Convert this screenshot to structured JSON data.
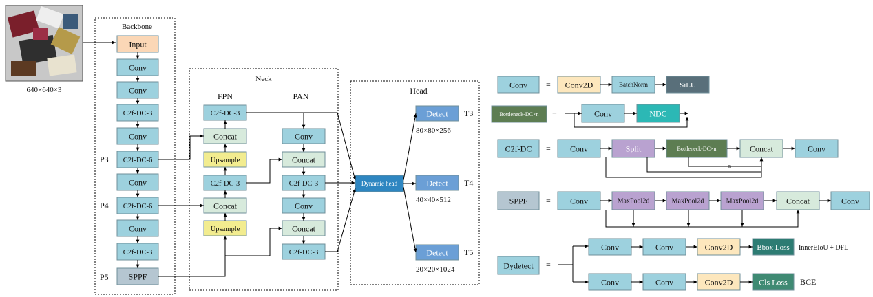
{
  "input_image": {
    "caption": "640×640×3"
  },
  "colors": {
    "conv": "#9dd1de",
    "input": "#fbd7b6",
    "concat": "#d7eadc",
    "upsample": "#f2ec8f",
    "sppf": "#b5c6d1",
    "conv2d": "#fde7bd",
    "split": "#b9a2d0",
    "bottleneck": "#5d7d52",
    "ndc": "#2cb8b5",
    "silu": "#596f7a",
    "detect": "#6b9fd6",
    "dynamic_head": "#2e86c1",
    "bbox_loss": "#2d7c73",
    "cls_loss": "#3f8a73"
  },
  "backbone": {
    "title": "Backbone",
    "blocks": [
      "Input",
      "Conv",
      "Conv",
      "C2f-DC-3",
      "Conv",
      "C2f-DC-6",
      "Conv",
      "C2f-DC-6",
      "Conv",
      "C2f-DC-3",
      "SPPF"
    ],
    "levels": [
      "P3",
      "P4",
      "P5"
    ]
  },
  "neck": {
    "title": "Neck",
    "fpn_title": "FPN",
    "pan_title": "PAN",
    "fpn_blocks": [
      "C2f-DC-3",
      "Concat",
      "Upsample",
      "C2f-DC-3",
      "Concat",
      "Upsample"
    ],
    "pan_blocks": [
      "Conv",
      "Concat",
      "C2f-DC-3",
      "Conv",
      "Concat",
      "C2f-DC-3"
    ]
  },
  "head": {
    "title": "Head",
    "dynamic_head": "Dynamic head",
    "detect_label": "Detect",
    "outputs": [
      {
        "name": "T3",
        "size": "80×80×256"
      },
      {
        "name": "T4",
        "size": "40×40×512"
      },
      {
        "name": "T5",
        "size": "20×20×1024"
      }
    ]
  },
  "legend": {
    "equals": "=",
    "conv": {
      "name": "Conv",
      "parts": [
        "Conv2D",
        "BatchNorm",
        "SiLU"
      ]
    },
    "bottleneck": {
      "name": "Bottleneck-DC×n",
      "parts": [
        "Conv",
        "NDC"
      ]
    },
    "c2f": {
      "name": "C2f-DC",
      "parts": [
        "Conv",
        "Split",
        "Bottleneck-DC×n",
        "Concat",
        "Conv"
      ],
      "n_label": "n"
    },
    "sppf": {
      "name": "SPPF",
      "parts": [
        "Conv",
        "MaxPool2d",
        "MaxPool2d",
        "MaxPool2d",
        "Concat",
        "Conv"
      ]
    },
    "dydetect": {
      "name": "Dydetect",
      "row1": [
        "Conv",
        "Conv",
        "Conv2D",
        "Bbox Loss"
      ],
      "row1_note": "InnerEIoU + DFL",
      "row2": [
        "Conv",
        "Conv",
        "Conv2D",
        "Cls Loss"
      ],
      "row2_note": "BCE"
    }
  }
}
